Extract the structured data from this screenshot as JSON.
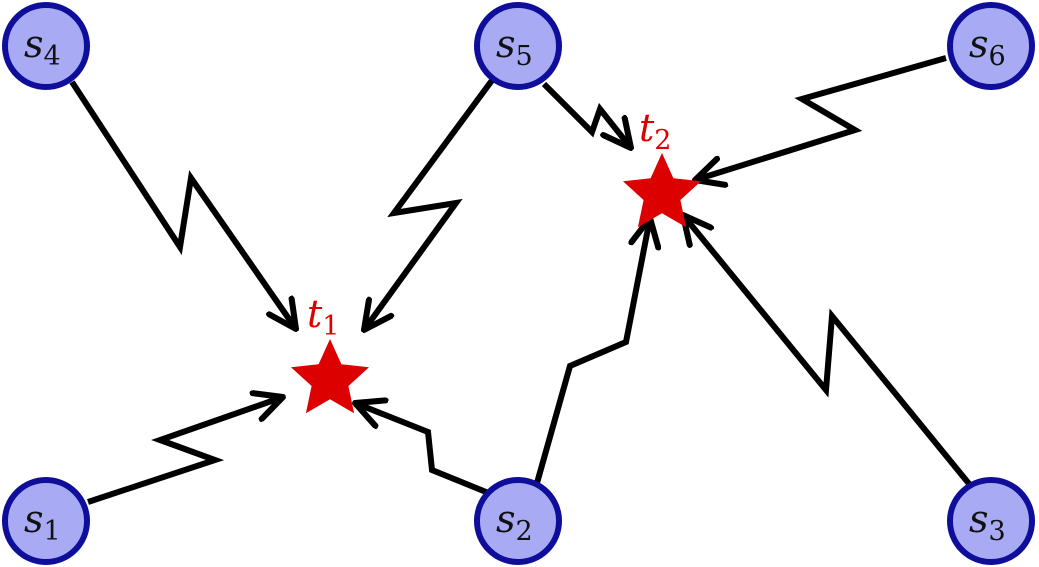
{
  "colors": {
    "node_fill": "#a8abf4",
    "node_stroke": "#0e0e9a",
    "edge": "#000000",
    "target": "#dd0000"
  },
  "sources": [
    {
      "id": "s1",
      "letter": "s",
      "sub": "1"
    },
    {
      "id": "s2",
      "letter": "s",
      "sub": "2"
    },
    {
      "id": "s3",
      "letter": "s",
      "sub": "3"
    },
    {
      "id": "s4",
      "letter": "s",
      "sub": "4"
    },
    {
      "id": "s5",
      "letter": "s",
      "sub": "5"
    },
    {
      "id": "s6",
      "letter": "s",
      "sub": "6"
    }
  ],
  "targets": [
    {
      "id": "t1",
      "letter": "t",
      "sub": "1",
      "icon": "star-icon"
    },
    {
      "id": "t2",
      "letter": "t",
      "sub": "2",
      "icon": "star-icon"
    }
  ],
  "edges": [
    {
      "from": "s1",
      "to": "t1",
      "style": "zigzag"
    },
    {
      "from": "s2",
      "to": "t1",
      "style": "zigzag"
    },
    {
      "from": "s4",
      "to": "t1",
      "style": "zigzag"
    },
    {
      "from": "s5",
      "to": "t1",
      "style": "zigzag"
    },
    {
      "from": "s2",
      "to": "t2",
      "style": "zigzag"
    },
    {
      "from": "s3",
      "to": "t2",
      "style": "zigzag"
    },
    {
      "from": "s5",
      "to": "t2",
      "style": "zigzag"
    },
    {
      "from": "s6",
      "to": "t2",
      "style": "zigzag"
    }
  ]
}
